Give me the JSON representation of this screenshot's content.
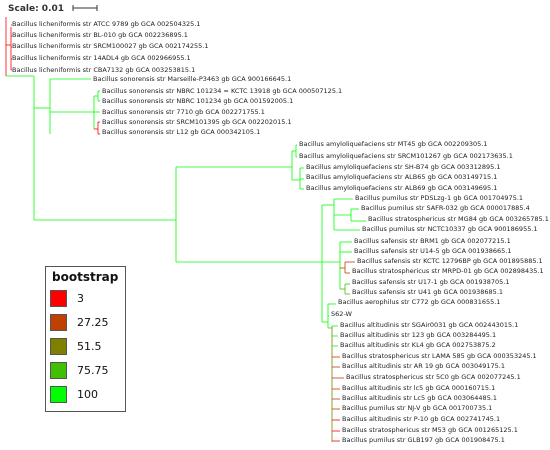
{
  "scale": {
    "label": "Scale: 0.01"
  },
  "legend": {
    "title": "bootstrap",
    "items": [
      {
        "label": "3",
        "color": "#ff0000"
      },
      {
        "label": "27.25",
        "color": "#c04000"
      },
      {
        "label": "51.5",
        "color": "#808000"
      },
      {
        "label": "75.75",
        "color": "#40c000"
      },
      {
        "label": "100",
        "color": "#00ff00"
      }
    ]
  },
  "leaves": [
    "Bacillus licheniformis str ATCC 9789 gb GCA 002504325.1",
    "Bacillus licheniformis str BL-010 gb GCA 002236895.1",
    "Bacillus licheniformis str SRCM100027 gb GCA 002174255.1",
    "Bacillus licheniformis str 14ADL4 gb GCA 002966955.1",
    "Bacillus licheniformis str CBA7132 gb GCA 003253815.1",
    "Bacillus sonorensis str Marseille-P3463 gb GCA 900166645.1",
    "Bacillus sonorensis str NBRC 101234 = KCTC 13918 gb GCA 000507125.1",
    "Bacillus sonorensis str NBRC 101234 gb GCA 001592005.1",
    "Bacillus sonorensis str 7710 gb GCA 002271755.1",
    "Bacillus sonorensis str SRCM101395 gb GCA 002202015.1",
    "Bacillus sonorensis str L12 gb GCA 000342105.1",
    "Bacillus amyloliquefaciens str MT45 gb GCA 002209305.1",
    "Bacillus amyloliquefaciens str SRCM101267 gb GCA 002173635.1",
    "Bacillus amyloliquefaciens str SH-B74 gb GCA 003312895.1",
    "Bacillus amyloliquefaciens str ALB65 gb GCA 003149715.1",
    "Bacillus amyloliquefaciens str ALB69 gb GCA 003149695.1",
    "Bacillus pumilus str PDSLzg-1 gb GCA 001704975.1",
    "Bacillus pumilus str SAFR-032 gb GCA 000017885.4",
    "Bacillus stratosphericus str MG84 gb GCA 003265785.1",
    "Bacillus pumilus str NCTC10337 gb GCA 900186955.1",
    "Bacillus safensis str BRM1 gb GCA 002077215.1",
    "Bacillus safensis str U14-5 gb GCA 001938665.1",
    "Bacillus safensis str KCTC 12796BP gb GCA 001895885.1",
    "Bacillus stratosphericus str MRPD-01 gb GCA 002898435.1",
    "Bacillus safensis str U17-1 gb GCA 001938705.1",
    "Bacillus safensis str U41 gb GCA 001938685.1",
    "Bacillus aerophilus str C772 gb GCA 000831655.1",
    "S62-W",
    "Bacillus altitudinis str SGAir0031 gb GCA 002443015.1",
    "Bacillus altitudinis str 123 gb GCA 003284495.1",
    "Bacillus altitudinis str KL4 gb GCA 002753875.2",
    "Bacillus stratosphericus str LAMA 585 gb GCA 000353245.1",
    "Bacillus altitudinis str AR 19 gb GCA 003049175.1",
    "Bacillus stratosphericus str 5C0 gb GCA 002077245.1",
    "Bacillus altitudinis str lc5 gb GCA 000160715.1",
    "Bacillus altitudinis str Lc5 gb GCA 003064485.1",
    "Bacillus pumilus str NJ-V gb GCA 001700735.1",
    "Bacillus altitudinis str P-10 gb GCA 002741745.1",
    "Bacillus stratosphericus str M53 gb GCA 001265125.1",
    "Bacillus pumilus str GLB197 gb GCA 001908475.1"
  ]
}
